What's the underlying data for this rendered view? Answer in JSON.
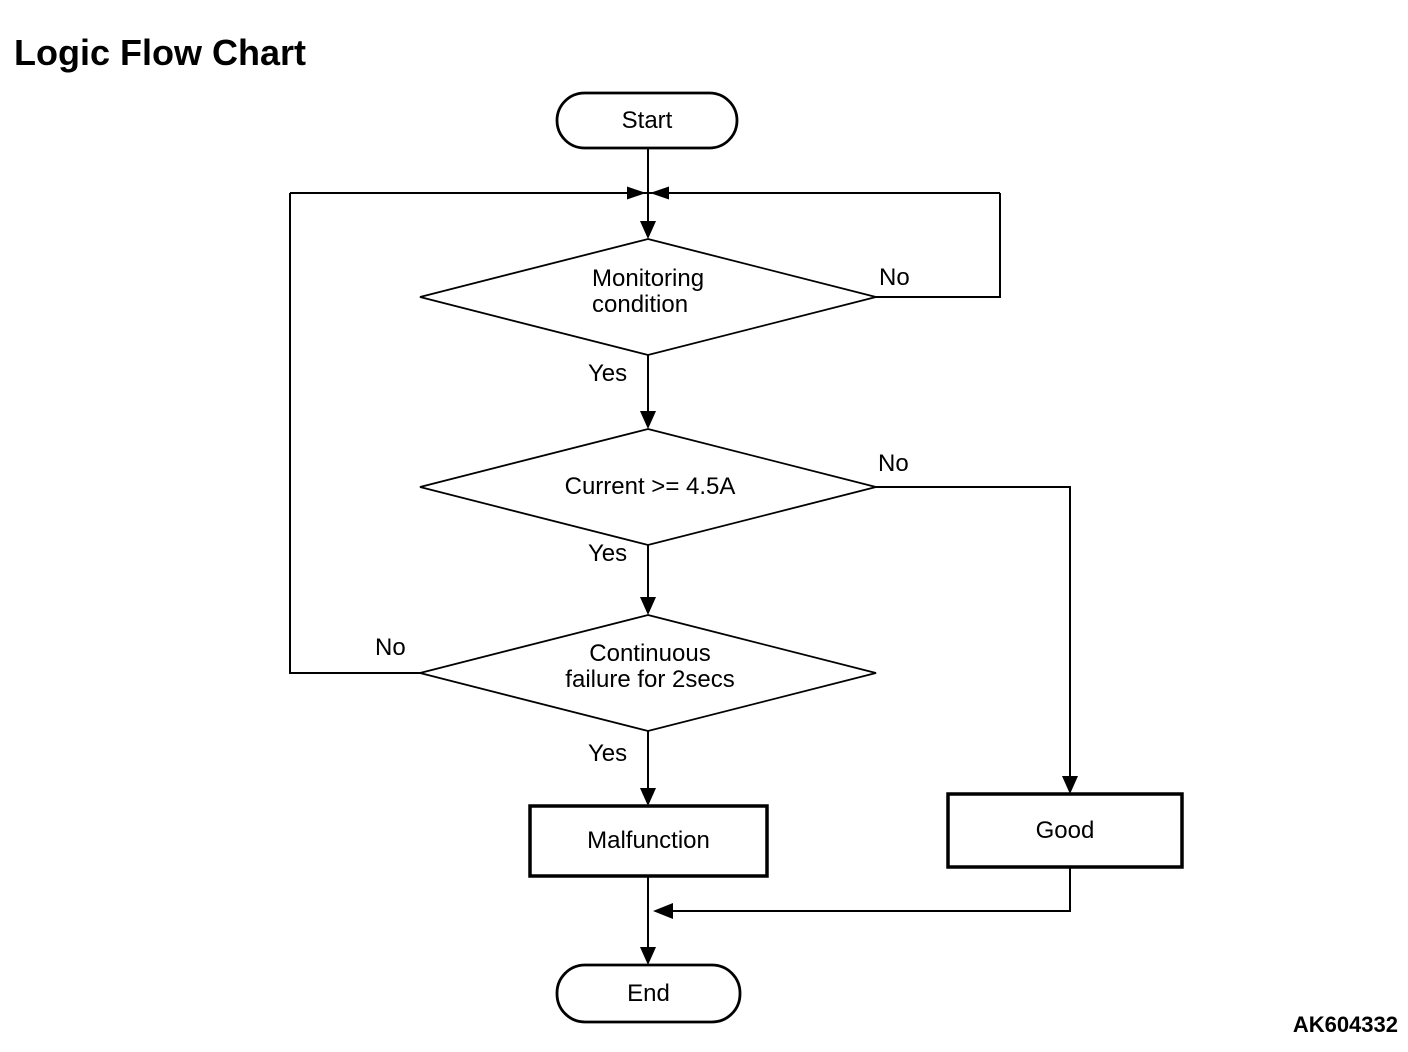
{
  "page": {
    "title": "Logic Flow Chart",
    "figure_code": "AK604332"
  },
  "colors": {
    "background": "#ffffff",
    "line": "#000000",
    "text": "#000000"
  },
  "flowchart": {
    "type": "flowchart",
    "nodes": [
      {
        "id": "start",
        "shape": "terminator",
        "label": "Start"
      },
      {
        "id": "monitoring-condition",
        "shape": "decision",
        "label": "Monitoring condition",
        "line1": "Monitoring",
        "line2": "condition"
      },
      {
        "id": "current-check",
        "shape": "decision",
        "label": "Current >= 4.5A"
      },
      {
        "id": "continuous-failure",
        "shape": "decision",
        "label": "Continuous failure for 2secs",
        "line1": "Continuous",
        "line2": "failure for 2secs"
      },
      {
        "id": "malfunction",
        "shape": "process",
        "label": "Malfunction"
      },
      {
        "id": "good",
        "shape": "process",
        "label": "Good"
      },
      {
        "id": "end",
        "shape": "terminator",
        "label": "End"
      }
    ],
    "edges": [
      {
        "from": "start",
        "to": "monitoring-condition",
        "label": ""
      },
      {
        "from": "monitoring-condition",
        "to": "monitoring-condition",
        "label": "No"
      },
      {
        "from": "monitoring-condition",
        "to": "current-check",
        "label": "Yes"
      },
      {
        "from": "current-check",
        "to": "good",
        "label": "No"
      },
      {
        "from": "current-check",
        "to": "continuous-failure",
        "label": "Yes"
      },
      {
        "from": "continuous-failure",
        "to": "monitoring-condition",
        "label": "No"
      },
      {
        "from": "continuous-failure",
        "to": "malfunction",
        "label": "Yes"
      },
      {
        "from": "malfunction",
        "to": "end",
        "label": ""
      },
      {
        "from": "good",
        "to": "end",
        "label": ""
      }
    ]
  }
}
